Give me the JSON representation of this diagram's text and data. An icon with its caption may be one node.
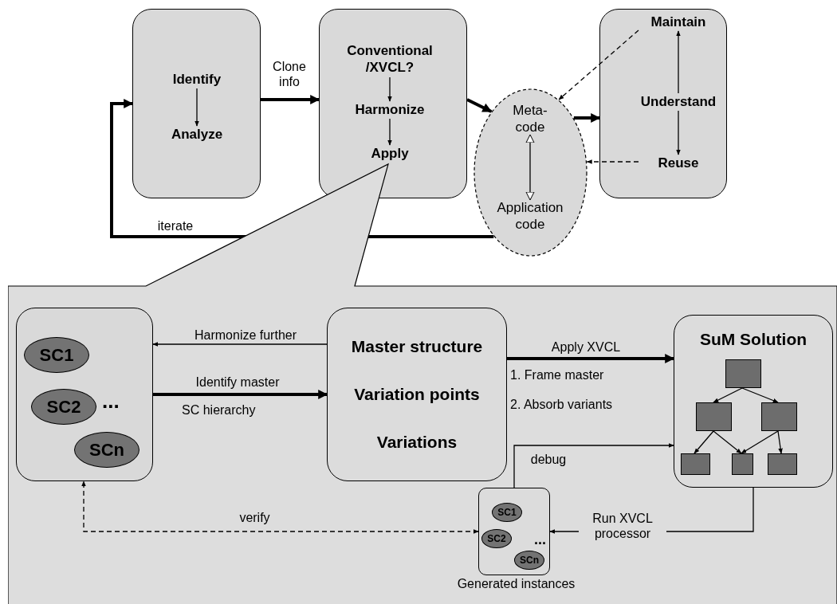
{
  "diagram": {
    "nodes": [
      {
        "text": [],
        "shape": "box"
      },
      {
        "text": [
          "Identify"
        ],
        "in": 0
      },
      {
        "text": [
          "Analyze"
        ],
        "in": 0
      },
      {
        "text": [],
        "shape": "box"
      },
      {
        "text": [
          "Conventional /XVCL?"
        ],
        "in": 3
      },
      {
        "text": [
          "Harmonize"
        ],
        "in": 3
      },
      {
        "text": [
          "Apply"
        ],
        "in": 3
      },
      {
        "text": [],
        "shape": "ellipse"
      },
      {
        "text": [
          "Meta- code"
        ],
        "in": 7
      },
      {
        "text": [
          "Application code"
        ],
        "in": 7
      },
      {
        "text": [],
        "shape": "box"
      },
      {
        "text": [
          "Maintain"
        ],
        "in": 10
      },
      {
        "text": [
          "Understand"
        ],
        "in": 10
      },
      {
        "text": [
          "Reuse"
        ],
        "in": 10
      },
      {
        "text": [],
        "shape": "callout"
      },
      {
        "text": [],
        "shape": "box",
        "in": 14
      },
      {
        "text": [
          "SC1"
        ],
        "in": 15
      },
      {
        "text": [
          "SC2"
        ],
        "in": 15
      },
      {
        "text": [
          "SCn"
        ],
        "in": 15
      },
      {
        "text": [
          "Master structure",
          "Variation points",
          "Variations"
        ],
        "in": 14
      },
      {
        "text": [
          "SuM Solution"
        ],
        "in": 14
      },
      {
        "text": [],
        "shape": "box",
        "in": 20
      },
      {
        "text": [],
        "shape": "box",
        "in": 20
      },
      {
        "text": [],
        "shape": "box",
        "in": 20
      },
      {
        "text": [],
        "shape": "box",
        "in": 20
      },
      {
        "text": [],
        "shape": "box",
        "in": 20
      },
      {
        "text": [],
        "shape": "box",
        "in": 20
      },
      {
        "text": [],
        "shape": "box",
        "in": 14,
        "beside": [
          "Generated instances"
        ]
      },
      {
        "text": [
          "SC1"
        ],
        "in": 27
      },
      {
        "text": [
          "SC2"
        ],
        "in": 27
      },
      {
        "text": [
          "SCn"
        ],
        "in": 27
      }
    ],
    "edges": [
      {
        "from": 1,
        "to": 2,
        "arrow": "to"
      },
      {
        "from": 4,
        "to": 5,
        "arrow": "to"
      },
      {
        "from": 5,
        "to": 6,
        "arrow": "to"
      },
      {
        "from": 0,
        "to": 3,
        "arrow": "to",
        "label": "Clone info",
        "style": "thick"
      },
      {
        "from": 3,
        "to": 7,
        "arrow": "to",
        "style": "thick"
      },
      {
        "from": 7,
        "to": 10,
        "arrow": "to",
        "style": "thick"
      },
      {
        "from": 7,
        "to": 0,
        "arrow": "to",
        "label": "iterate",
        "style": "thick"
      },
      {
        "from": 12,
        "to": 11,
        "arrow": "to"
      },
      {
        "from": 12,
        "to": 13,
        "arrow": "to"
      },
      {
        "from": 11,
        "to": 7,
        "arrow": "to",
        "style": "dashed"
      },
      {
        "from": 13,
        "to": 7,
        "arrow": "to",
        "style": "dashed"
      },
      {
        "from": 8,
        "to": 9,
        "arrow": "both"
      },
      {
        "from": 19,
        "to": 15,
        "arrow": "to",
        "label": "Harmonize further"
      },
      {
        "from": 15,
        "to": 19,
        "arrow": "to",
        "label": "Identify master",
        "style": "thick"
      },
      {
        "from": 19,
        "to": 20,
        "arrow": "to",
        "label": "Apply XVCL",
        "style": "thick"
      },
      {
        "from": 21,
        "to": 22,
        "arrow": "to"
      },
      {
        "from": 21,
        "to": 23,
        "arrow": "to"
      },
      {
        "from": 22,
        "to": 24,
        "arrow": "to"
      },
      {
        "from": 22,
        "to": 25,
        "arrow": "to"
      },
      {
        "from": 23,
        "to": 25,
        "arrow": "to"
      },
      {
        "from": 23,
        "to": 26,
        "arrow": "to"
      },
      {
        "from": 27,
        "to": 20,
        "arrow": "to",
        "label": "debug"
      },
      {
        "from": 20,
        "to": 27,
        "arrow": "to",
        "label": "Run XVCL processor"
      },
      {
        "from": 27,
        "to": 15,
        "arrow": "both",
        "label": "verify",
        "style": "dashed"
      }
    ],
    "labels": [
      "...",
      "SC hierarchy",
      "1. Frame master",
      "2. Absorb variants",
      "..."
    ]
  }
}
